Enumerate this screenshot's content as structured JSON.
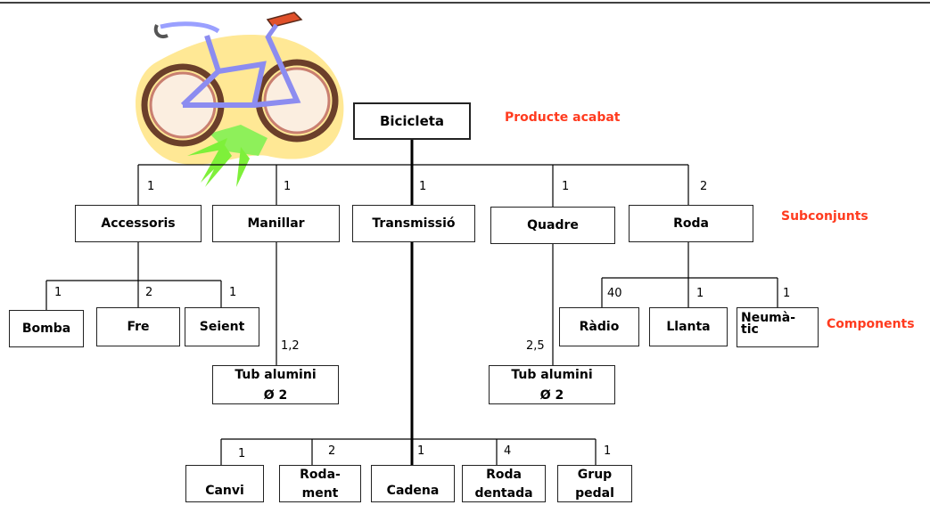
{
  "root": {
    "label": "Bicicleta"
  },
  "levels": {
    "finished": "Producte acabat",
    "subassemblies": "Subconjunts",
    "components": "Components"
  },
  "subassemblies": [
    {
      "label": "Accessoris",
      "qty": "1"
    },
    {
      "label": "Manillar",
      "qty": "1"
    },
    {
      "label": "Transmissió",
      "qty": "1"
    },
    {
      "label": "Quadre",
      "qty": "1"
    },
    {
      "label": "Roda",
      "qty": "2"
    }
  ],
  "accessoris_children": [
    {
      "label": "Bomba",
      "qty": "1"
    },
    {
      "label": "Fre",
      "qty": "2"
    },
    {
      "label": "Seient",
      "qty": "1"
    }
  ],
  "manillar_child": {
    "line1": "Tub alumini",
    "line2": "Ø 2",
    "qty": "1,2"
  },
  "quadre_child": {
    "line1": "Tub alumini",
    "line2": "Ø 2",
    "qty": "2,5"
  },
  "roda_children": [
    {
      "label": "Ràdio",
      "qty": "40"
    },
    {
      "label": "Llanta",
      "qty": "1"
    },
    {
      "line1": "Neumà-",
      "line2": "tic",
      "qty": "1"
    }
  ],
  "transmissio_children": [
    {
      "label": "Canvi",
      "qty": "1"
    },
    {
      "line1": "Roda-",
      "line2": "ment",
      "qty": "2"
    },
    {
      "label": "Cadena",
      "qty": "1"
    },
    {
      "line1": "Roda",
      "line2": "dentada",
      "qty": "4"
    },
    {
      "line1": "Grup",
      "line2": "pedal",
      "qty": "1"
    }
  ],
  "illustration": {
    "icon": "bicycle-clipart-icon"
  },
  "colors": {
    "accent": "#ff3b1f",
    "frame": "#8c8cf0",
    "glow": "#ffe58a",
    "spark": "#7ef03a"
  }
}
